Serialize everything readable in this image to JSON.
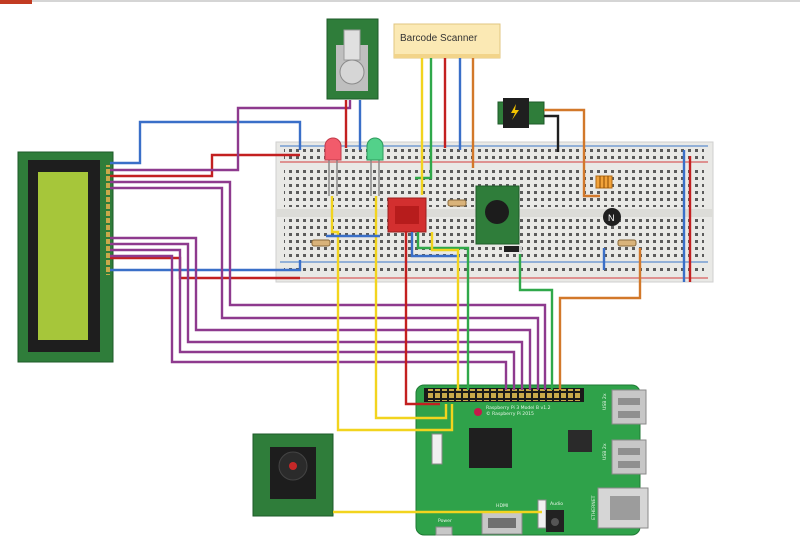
{
  "diagram": {
    "barcode_label": "Barcode Scanner",
    "rpi_title": "Raspberry Pi 3 Model B v1.2",
    "rpi_copyright": "© Raspberry Pi 2015",
    "usb_label_1": "USB 2x",
    "usb_label_2": "USB 2x",
    "ethernet_label": "ETHERNET",
    "hdmi_label": "HDMI",
    "audio_label": "Audio",
    "power_label": "Power",
    "transistor_label": "N"
  }
}
